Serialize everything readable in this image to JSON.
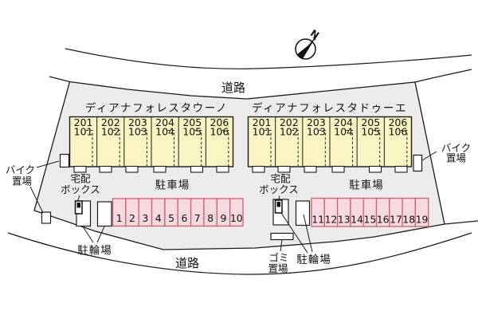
{
  "compass": {
    "north_label": "N"
  },
  "roads": {
    "top": "道路",
    "bottom": "道路"
  },
  "buildings": [
    {
      "name": "ディアナフォレスタウーノ",
      "units": [
        {
          "upper": "201",
          "lower": "101"
        },
        {
          "upper": "202",
          "lower": "102"
        },
        {
          "upper": "203",
          "lower": "103"
        },
        {
          "upper": "204",
          "lower": "104"
        },
        {
          "upper": "205",
          "lower": "105"
        },
        {
          "upper": "206",
          "lower": "106"
        }
      ]
    },
    {
      "name": "ディアナフォレスタドゥーエ",
      "units": [
        {
          "upper": "201",
          "lower": "101"
        },
        {
          "upper": "202",
          "lower": "102"
        },
        {
          "upper": "203",
          "lower": "103"
        },
        {
          "upper": "204",
          "lower": "104"
        },
        {
          "upper": "205",
          "lower": "105"
        },
        {
          "upper": "206",
          "lower": "106"
        }
      ]
    }
  ],
  "parking": {
    "label_left": "駐車場",
    "label_right": "駐車場",
    "spaces_left": [
      "1",
      "2",
      "3",
      "4",
      "5",
      "6",
      "7",
      "8",
      "9",
      "10"
    ],
    "spaces_right": [
      "11",
      "12",
      "13",
      "14",
      "15",
      "16",
      "17",
      "18",
      "19"
    ]
  },
  "facilities": {
    "bike_storage_left": {
      "line1": "バイク",
      "line2": "置場"
    },
    "bike_storage_right": {
      "line1": "バイク",
      "line2": "置場"
    },
    "delivery_box_left": {
      "line1": "宅配",
      "line2": "ボックス"
    },
    "delivery_box_right": {
      "line1": "宅配",
      "line2": "ボックス"
    },
    "bicycle_parking_left": "駐輪場",
    "bicycle_parking_right": "駐輪場",
    "garbage": {
      "line1": "ゴミ",
      "line2": "置場"
    }
  },
  "colors": {
    "site_fill": "#ECECEC",
    "building_fill": "#FAF3C2",
    "stall_fill": "#F8D9DF",
    "stall_border": "#C8626F"
  }
}
